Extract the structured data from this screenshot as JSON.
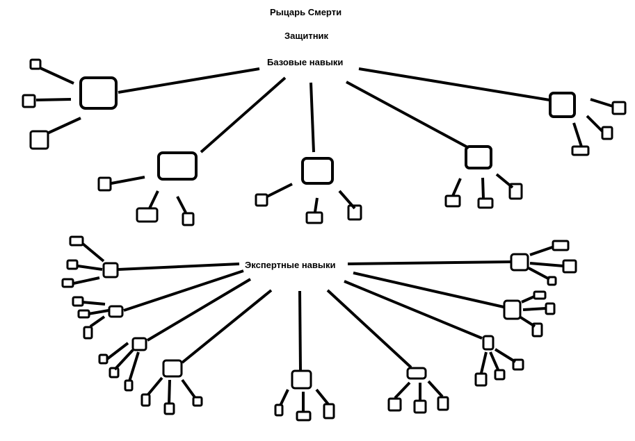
{
  "header": {
    "title": "Рыцарь Смерти",
    "subtitle": "Защитник"
  },
  "trees": {
    "basic_label": "Базовые навыки",
    "expert_label": "Экспертные навыки"
  },
  "colors": {
    "stroke": "#000000",
    "background": "#ffffff"
  }
}
